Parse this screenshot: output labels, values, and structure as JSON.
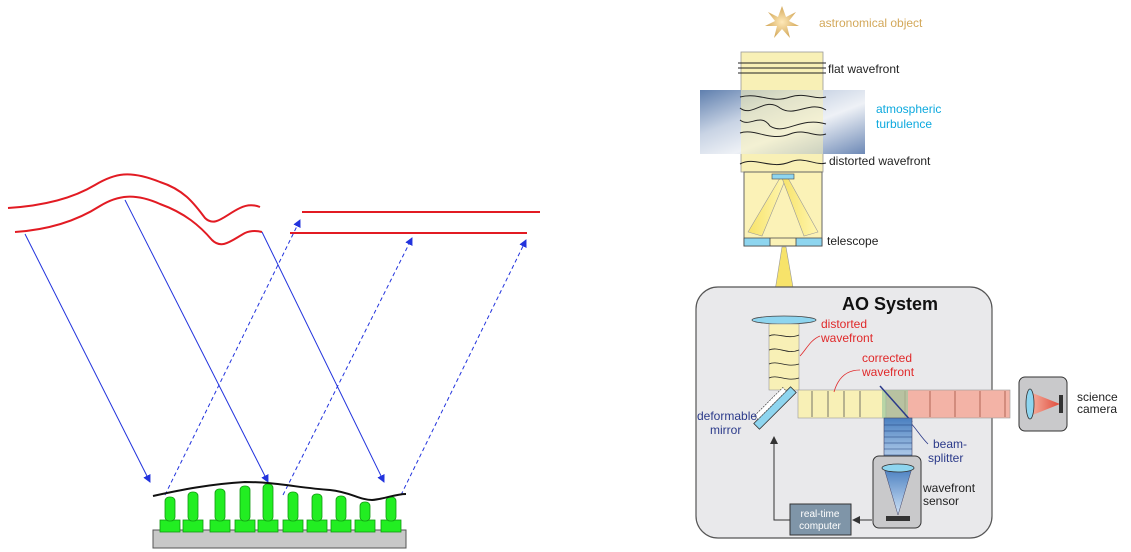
{
  "diagram": {
    "labels": {
      "astronomical_object": "astronomical object",
      "flat_wavefront": "flat wavefront",
      "atmospheric_line1": "atmospheric",
      "atmospheric_line2": "turbulence",
      "distorted_wavefront_top": "distorted wavefront",
      "telescope": "telescope",
      "ao_system": "AO System",
      "distorted_line1": "distorted",
      "distorted_line2": "wavefront",
      "corrected_line1": "corrected",
      "corrected_line2": "wavefront",
      "science_line1": "science",
      "science_line2": "camera",
      "deformable_line1": "deformable",
      "deformable_line2": "mirror",
      "beam_line1": "beam-",
      "beam_line2": "splitter",
      "realtime_line1": "real-time",
      "realtime_line2": "computer",
      "sensor_line1": "wavefront",
      "sensor_line2": "sensor"
    },
    "colors": {
      "incoming_wavefront": "#e21b23",
      "incoming_ray": "#2233dd",
      "reflected_ray": "#2233dd",
      "actuator": "#22ee22",
      "base_plate": "#c8c8c8",
      "ao_box": "#e9e9eb",
      "beam": "#f6eea0",
      "corrected_beam": "#f0a898",
      "sensor_beam": "#7aaad8",
      "label_gold": "#d3a85a",
      "label_cyan": "#0da9de",
      "label_red": "#e0292a",
      "label_navy": "#2b3a8a"
    }
  }
}
